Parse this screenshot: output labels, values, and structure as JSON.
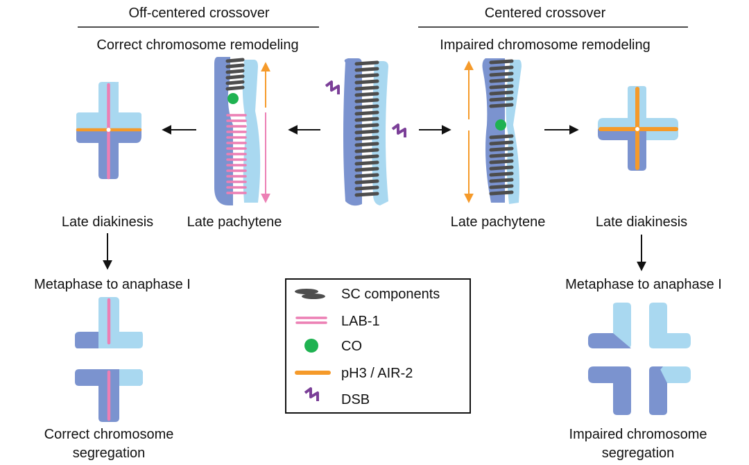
{
  "headers": {
    "left": "Off-centered crossover",
    "right": "Centered crossover"
  },
  "subheaders": {
    "left": "Correct chromosome remodeling",
    "right": "Impaired chromosome remodeling"
  },
  "stages": {
    "left_diakinesis": "Late diakinesis",
    "left_pachytene": "Late pachytene",
    "right_pachytene": "Late pachytene",
    "right_diakinesis": "Late diakinesis",
    "left_metaphase": "Metaphase to anaphase I",
    "right_metaphase": "Metaphase to anaphase I"
  },
  "outcomes": {
    "left": [
      "Correct chromosome",
      "segregation"
    ],
    "right": [
      "Impaired chromosome",
      "segregation"
    ]
  },
  "legend": {
    "items": [
      {
        "label": "SC components",
        "icon": "sc-components-icon"
      },
      {
        "label": "LAB-1",
        "icon": "lab1-icon"
      },
      {
        "label": "CO",
        "icon": "crossover-icon"
      },
      {
        "label": "pH3 / AIR-2",
        "icon": "ph3-air2-icon"
      },
      {
        "label": "DSB",
        "icon": "dsb-icon"
      }
    ]
  },
  "colors": {
    "dark_blue": "#7b93cf",
    "light_blue": "#a9d8f0",
    "sc_gray": "#4d4d4d",
    "lab1_pink": "#ec7fb4",
    "co_green": "#1fb251",
    "ph3_orange": "#f59a2a",
    "dsb_purple": "#7b3f98"
  }
}
